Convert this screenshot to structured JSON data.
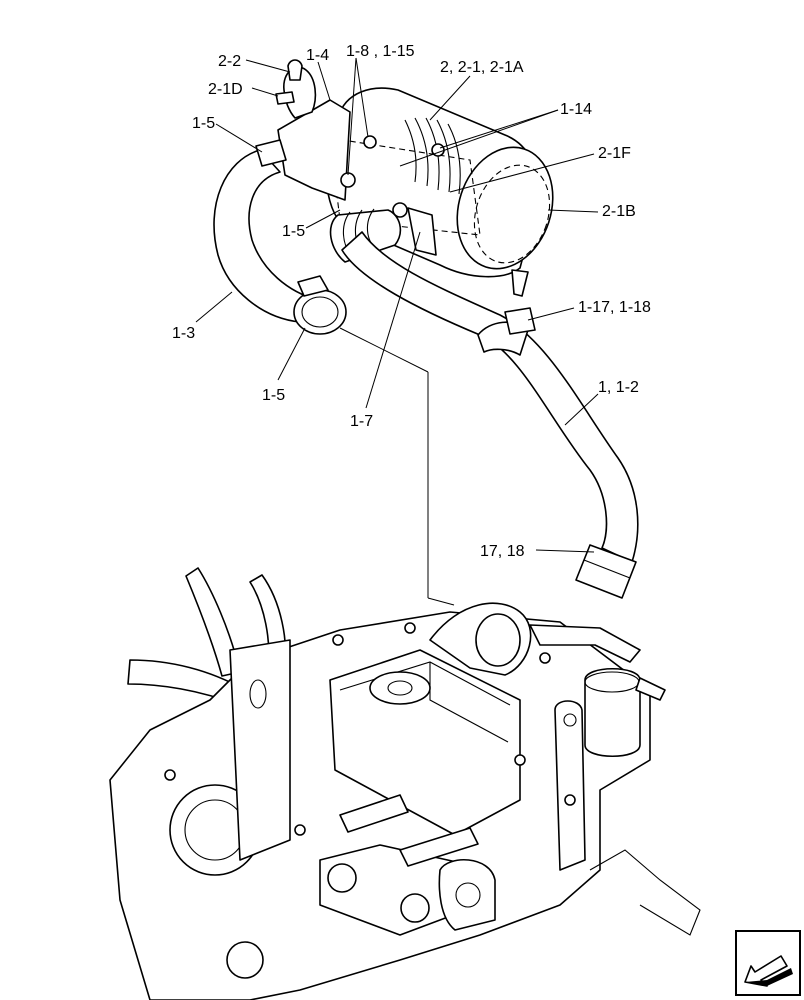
{
  "labels": {
    "l_2_2": "2-2",
    "l_2_1d": "2-1D",
    "l_1_4": "1-4",
    "l_1_8": "1-8 , 1-15",
    "l_2_2_1": "2, 2-1, 2-1A",
    "l_1_14": "1-14",
    "l_1_5_top": "1-5",
    "l_2_1f": "2-1F",
    "l_2_1b": "2-1B",
    "l_1_5_mid": "1-5",
    "l_1_17": "1-17, 1-18",
    "l_1_3": "1-3",
    "l_1_5_low": "1-5",
    "l_1_2": "1, 1-2",
    "l_1_7": "1-7",
    "l_17_18": "17, 18"
  },
  "navigation": {
    "icon": "arrow-icon"
  }
}
